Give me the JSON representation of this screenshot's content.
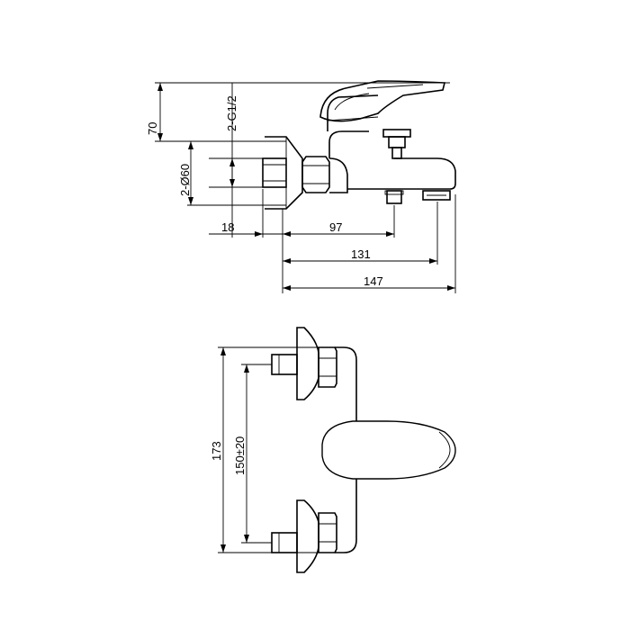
{
  "side_view": {
    "dims": {
      "height": "70",
      "thread": "2-G1/2",
      "diameter": "2-Ø60",
      "offset": "18",
      "spout_inner": "97",
      "spout_outer": "131",
      "overall": "147"
    }
  },
  "top_view": {
    "dims": {
      "overall_width": "173",
      "centers": "150±20"
    }
  }
}
